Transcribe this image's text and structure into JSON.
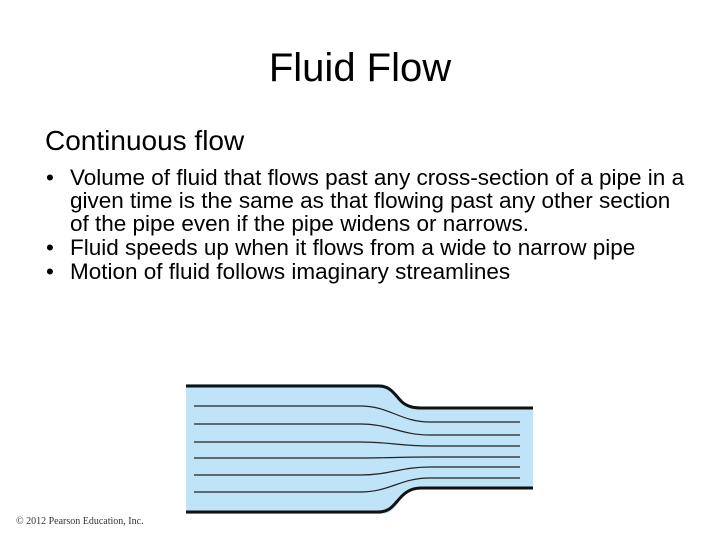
{
  "slide": {
    "title": "Fluid Flow",
    "subtitle": "Continuous flow",
    "bullets": [
      {
        "marker": "•",
        "text": "Volume of fluid that flows past any cross-section of a pipe in a given time is the same as that flowing past any other section of the pipe even if the pipe widens or narrows."
      },
      {
        "marker": "•",
        "text": "Fluid speeds up when it flows from a wide to narrow pipe"
      },
      {
        "marker": "•",
        "text": "Motion of fluid follows imaginary streamlines"
      }
    ],
    "copyright": "© 2012 Pearson Education, Inc."
  },
  "figure": {
    "icon": "pipe-streamlines-illustration",
    "fluid_color": "#bfe3f7",
    "wall_color": "#111111",
    "streamline_color": "#222222"
  }
}
